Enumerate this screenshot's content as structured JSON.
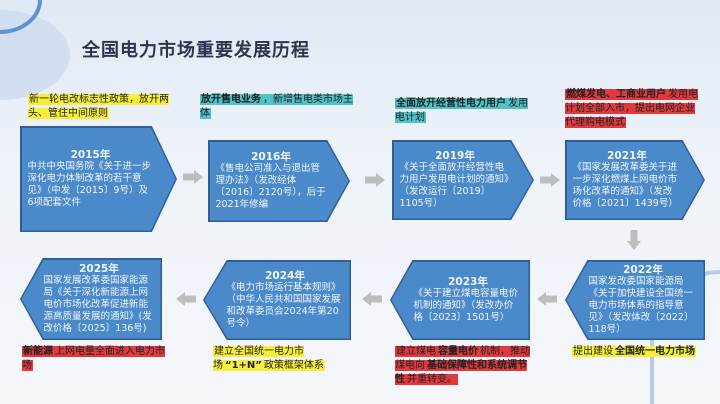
{
  "title": "全国电力市场重要发展历程",
  "colors": {
    "box": "#4a8acb",
    "highlight_yellow": "#f7ee3a",
    "highlight_cyan": "#4fc3c8",
    "highlight_red": "#e0393e",
    "arrow": "#bdbdbd"
  },
  "milestones": [
    {
      "year": "2015年",
      "text": "中共中央国务院《关于进一步深化电力体制改革的若干意见》（中发〔2015〕9号）及6项配套文件",
      "note": [
        {
          "t": "新一轮电改标志性政策，放开两头、管住中间原则",
          "b": false
        }
      ],
      "highlight": "yellow"
    },
    {
      "year": "2016年",
      "text": "《售电公司准入与退出管理办法》（发改经体〔2016〕2120号），后于2021年修编",
      "note": [
        {
          "t": "放开售电业务",
          "b": true
        },
        {
          "t": "，新增售电类市场主体",
          "b": false
        }
      ],
      "highlight": "cyan"
    },
    {
      "year": "2019年",
      "text": "《关于全面放开经营性电力用户发用电计划的通知》（发改运行〔2019〕1105号）",
      "note": [
        {
          "t": "全面放开经营性电力用户",
          "b": true
        },
        {
          "t": "发用电计划",
          "b": false
        }
      ],
      "highlight": "cyan"
    },
    {
      "year": "2021年",
      "text": "《国家发展改革委关于进一步深化燃煤上网电价市场化改革的通知》（发改价格〔2021〕1439号）",
      "note": [
        {
          "t": "燃煤发电、工商业用户",
          "b": true
        },
        {
          "t": "发用电计划全部入市，提出电网企业代理购电模式",
          "b": false
        }
      ],
      "highlight": "red"
    },
    {
      "year": "2022年",
      "text": "国家发改委国家能源局《关于加快建设全国统一电力市场体系的指导意见》（发改体改〔2022〕118号）",
      "note": [
        {
          "t": "提出建设",
          "b": false
        },
        {
          "t": "全国统一电力市场",
          "b": true
        }
      ],
      "highlight": "yellow"
    },
    {
      "year": "2023年",
      "text": "《关于建立煤电容量电价机制的通知》（发改办价格〔2023〕1501号）",
      "note": [
        {
          "t": "建立煤电",
          "b": false
        },
        {
          "t": "容量电价",
          "b": true
        },
        {
          "t": "机制，推动煤电向",
          "b": false
        },
        {
          "t": "基础保障性和系统调节性",
          "b": true
        },
        {
          "t": "并重转变。",
          "b": false
        }
      ],
      "highlight": "red"
    },
    {
      "year": "2024年",
      "text": "《电力市场运行基本规则》（中华人民共和国国家发展和改革委员会2024年第20号令）",
      "note": [
        {
          "t": "建立全国统一电力市场",
          "b": false
        },
        {
          "t": "“1+N”",
          "b": true
        },
        {
          "t": "政策框架体系",
          "b": false
        }
      ],
      "highlight": "yellow"
    },
    {
      "year": "2025年",
      "text": "国家发展改革委国家能源局《关于深化新能源上网电价市场化改革促进新能源高质量发展的通知》(发改价格〔2025〕136号)",
      "note": [
        {
          "t": "新能源",
          "b": true
        },
        {
          "t": "上网电量全面进入电力市场",
          "b": false
        }
      ],
      "highlight": "red"
    }
  ]
}
